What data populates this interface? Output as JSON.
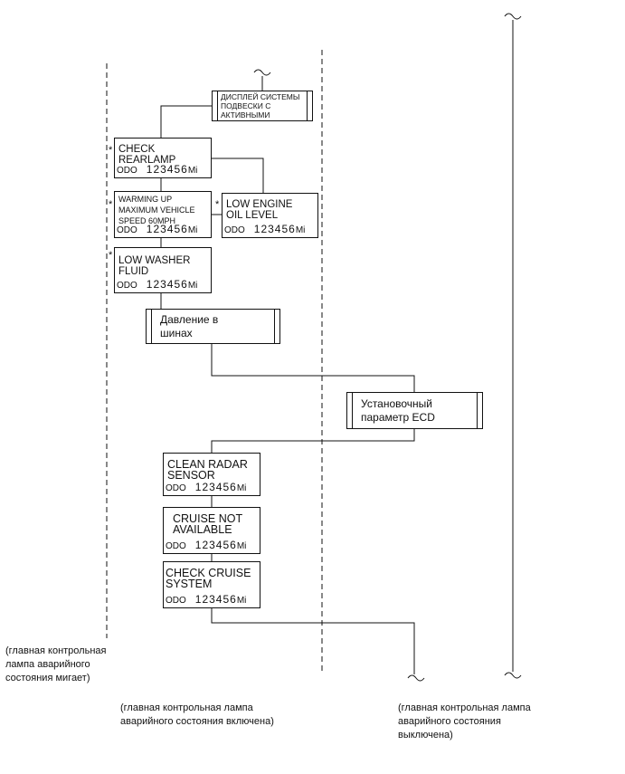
{
  "header_box": "ДИСПЛЕЙ СИСТЕМЫ\nПОДВЕСКИ С\nАКТИВНЫМИ",
  "star_mark": "*",
  "messages": [
    {
      "id": "check-rearlamp",
      "text": "CHECK\nREARLAMP",
      "odo_label": "ODO",
      "odo_value": "123456",
      "odo_unit": "Mi"
    },
    {
      "id": "warming-up",
      "text": "WARMING UP\nMAXIMUM VEHICLE\nSPEED 60MPH",
      "odo_label": "ODO",
      "odo_value": "123456",
      "odo_unit": "Mi"
    },
    {
      "id": "low-engine-oil",
      "text": "LOW ENGINE\nOIL LEVEL",
      "odo_label": "ODO",
      "odo_value": "123456",
      "odo_unit": "Mi"
    },
    {
      "id": "low-washer-fluid",
      "text": "LOW WASHER\nFLUID",
      "odo_label": "ODO",
      "odo_value": "123456",
      "odo_unit": "Mi"
    },
    {
      "id": "clean-radar-sensor",
      "text": "CLEAN RADAR\nSENSOR",
      "odo_label": "ODO",
      "odo_value": "123456",
      "odo_unit": "Mi"
    },
    {
      "id": "cruise-not-available",
      "text": "CRUISE NOT\nAVAILABLE",
      "odo_label": "ODO",
      "odo_value": "123456",
      "odo_unit": "Mi"
    },
    {
      "id": "check-cruise-system",
      "text": "CHECK CRUISE\nSYSTEM",
      "odo_label": "ODO",
      "odo_value": "123456",
      "odo_unit": "Mi"
    }
  ],
  "process_boxes": {
    "tire_pressure": "Давление в\nшинах",
    "ecd_setting": "Установочный\nпараметр ECD"
  },
  "notes": {
    "blinking": "(главная контрольная\nлампа аварийного\nсостояния мигает)",
    "on": "(главная контрольная лампа\nаварийного состояния включена)",
    "off": "(главная контрольная лампа\nаварийного состояния\nвыключена)"
  }
}
